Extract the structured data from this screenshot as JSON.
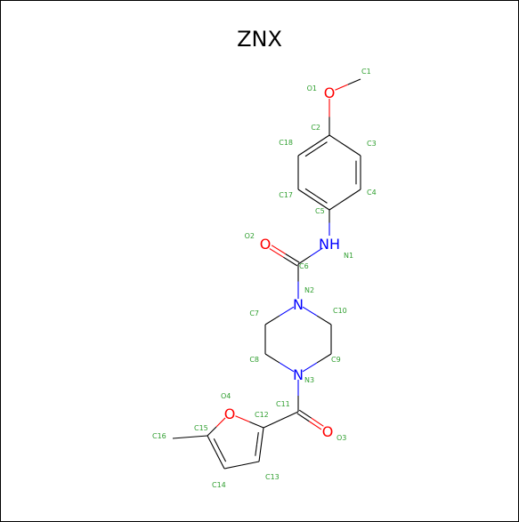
{
  "title": "ZNX",
  "colors": {
    "carbon": "#000000",
    "oxygen": "#ff0000",
    "nitrogen": "#0000ff",
    "atom_label": "#2e9e2e"
  },
  "atoms": [
    {
      "id": "C1",
      "label": "C1",
      "symbol": ""
    },
    {
      "id": "O1",
      "label": "O1",
      "symbol": "O"
    },
    {
      "id": "C2",
      "label": "C2",
      "symbol": ""
    },
    {
      "id": "C3",
      "label": "C3",
      "symbol": ""
    },
    {
      "id": "C4",
      "label": "C4",
      "symbol": ""
    },
    {
      "id": "C5",
      "label": "C5",
      "symbol": ""
    },
    {
      "id": "C17",
      "label": "C17",
      "symbol": ""
    },
    {
      "id": "C18",
      "label": "C18",
      "symbol": ""
    },
    {
      "id": "N1",
      "label": "N1",
      "symbol": "NH"
    },
    {
      "id": "C6",
      "label": "C6",
      "symbol": ""
    },
    {
      "id": "O2",
      "label": "O2",
      "symbol": "O"
    },
    {
      "id": "N2",
      "label": "N2",
      "symbol": "N"
    },
    {
      "id": "C7",
      "label": "C7",
      "symbol": ""
    },
    {
      "id": "C8",
      "label": "C8",
      "symbol": ""
    },
    {
      "id": "N3",
      "label": "N3",
      "symbol": "N"
    },
    {
      "id": "C9",
      "label": "C9",
      "symbol": ""
    },
    {
      "id": "C10",
      "label": "C10",
      "symbol": ""
    },
    {
      "id": "C11",
      "label": "C11",
      "symbol": ""
    },
    {
      "id": "O3",
      "label": "O3",
      "symbol": "O"
    },
    {
      "id": "C12",
      "label": "C12",
      "symbol": ""
    },
    {
      "id": "O4",
      "label": "O4",
      "symbol": "O"
    },
    {
      "id": "C15",
      "label": "C15",
      "symbol": ""
    },
    {
      "id": "C16",
      "label": "C16",
      "symbol": ""
    },
    {
      "id": "C14",
      "label": "C14",
      "symbol": ""
    },
    {
      "id": "C13",
      "label": "C13",
      "symbol": ""
    }
  ],
  "bonds": [
    {
      "a": "C1",
      "b": "O1",
      "order": 1
    },
    {
      "a": "O1",
      "b": "C2",
      "order": 1
    },
    {
      "a": "C2",
      "b": "C3",
      "order": 1
    },
    {
      "a": "C3",
      "b": "C4",
      "order": 2
    },
    {
      "a": "C4",
      "b": "C5",
      "order": 1
    },
    {
      "a": "C5",
      "b": "C17",
      "order": 2
    },
    {
      "a": "C17",
      "b": "C18",
      "order": 1
    },
    {
      "a": "C18",
      "b": "C2",
      "order": 2
    },
    {
      "a": "C5",
      "b": "N1",
      "order": 1
    },
    {
      "a": "N1",
      "b": "C6",
      "order": 1
    },
    {
      "a": "C6",
      "b": "O2",
      "order": 2
    },
    {
      "a": "C6",
      "b": "N2",
      "order": 1
    },
    {
      "a": "N2",
      "b": "C7",
      "order": 1
    },
    {
      "a": "C7",
      "b": "C8",
      "order": 1
    },
    {
      "a": "C8",
      "b": "N3",
      "order": 1
    },
    {
      "a": "N3",
      "b": "C9",
      "order": 1
    },
    {
      "a": "C9",
      "b": "C10",
      "order": 1
    },
    {
      "a": "C10",
      "b": "N2",
      "order": 1
    },
    {
      "a": "N3",
      "b": "C11",
      "order": 1
    },
    {
      "a": "C11",
      "b": "O3",
      "order": 2
    },
    {
      "a": "C11",
      "b": "C12",
      "order": 1
    },
    {
      "a": "C12",
      "b": "O4",
      "order": 1
    },
    {
      "a": "O4",
      "b": "C15",
      "order": 1
    },
    {
      "a": "C15",
      "b": "C16",
      "order": 1
    },
    {
      "a": "C15",
      "b": "C14",
      "order": 2
    },
    {
      "a": "C14",
      "b": "C13",
      "order": 1
    },
    {
      "a": "C13",
      "b": "C12",
      "order": 2
    }
  ]
}
